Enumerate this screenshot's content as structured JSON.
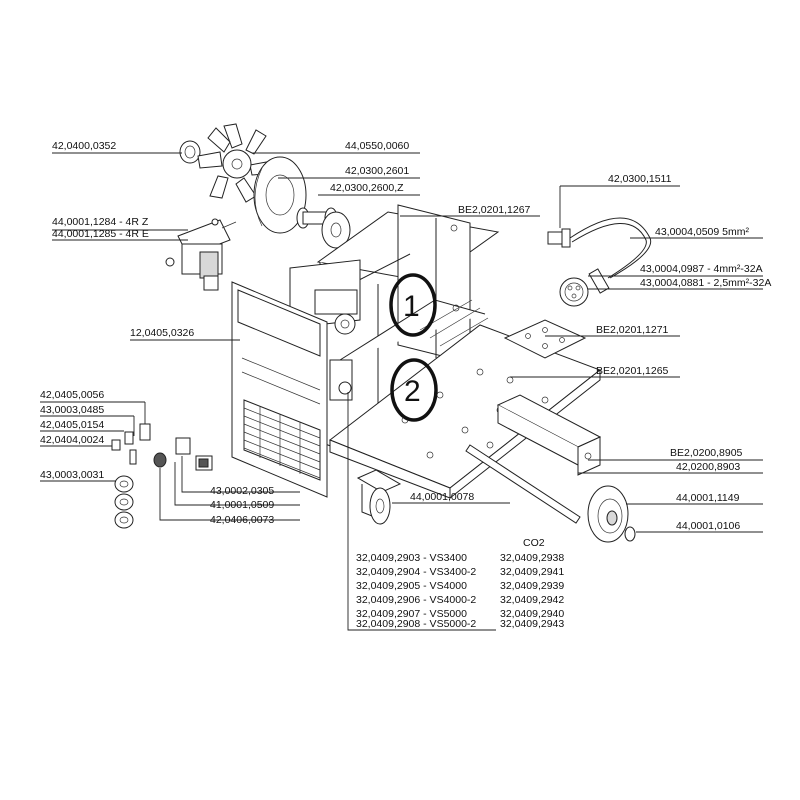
{
  "labels": {
    "ring_top": "42,0400,0352",
    "fan": "44,0550,0060",
    "fan_shroud": "42,0300,2601",
    "fan_hub": "42,0300,2600,Z",
    "relay_4rz": "44,0001,1284 - 4R Z",
    "relay_4re": "44,0001,1285 - 4R E",
    "chassis_top": "BE2,0201,1267",
    "cable_plug": "42,0300,1511",
    "cable": "43,0004,0509 5mm²",
    "cable_4mm": "43,0004,0987 - 4mm²-32A",
    "cable_25mm": "43,0004,0881 - 2,5mm²-32A",
    "front_panel": "12,0405,0326",
    "plate": "BE2,0201,1271",
    "base": "BE2,0201,1265",
    "p1": "42,0405,0056",
    "p2": "43,0003,0485",
    "p3": "42,0405,0154",
    "p4": "42,0404,0024",
    "p5": "43,0003,0031",
    "bracket": "BE2,0200,8905",
    "axle": "42,0200,8903",
    "caster": "44,0001,0078",
    "wheel": "44,0001,1149",
    "wheel_ring": "44,0001,0106",
    "switch": "43,0002,0305",
    "knob": "41,0001,0509",
    "knob_cap": "42,0406,0073"
  },
  "callouts": {
    "one": "1",
    "two": "2"
  },
  "table": {
    "header": "CO2",
    "rows": [
      {
        "left": "32,0409,2903 - VS3400",
        "right": "32,0409,2938"
      },
      {
        "left": "32,0409,2904 - VS3400-2",
        "right": "32,0409,2941"
      },
      {
        "left": "32,0409,2905 - VS4000",
        "right": "32,0409,2939"
      },
      {
        "left": "32,0409,2906 - VS4000-2",
        "right": "32,0409,2942"
      },
      {
        "left": "32,0409,2907 - VS5000",
        "right": "32,0409,2940"
      },
      {
        "left": "32,0409,2908 - VS5000-2",
        "right": "32,0409,2943"
      }
    ]
  }
}
